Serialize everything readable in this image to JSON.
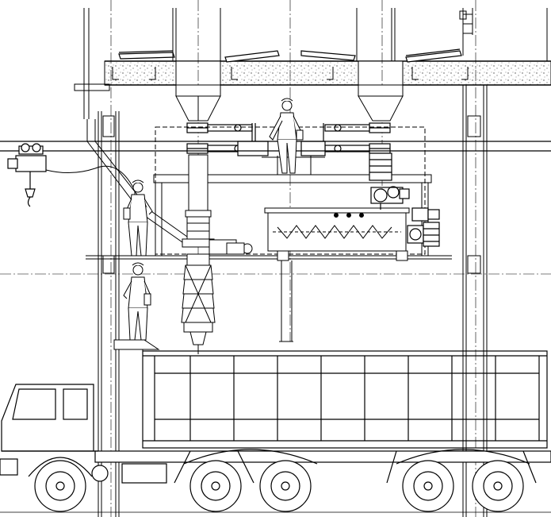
{
  "drawing": {
    "line_color": "#000000",
    "background_color": "#ffffff",
    "components": [
      "concrete-floor-slab",
      "support-column",
      "discharge-hopper",
      "slide-gate-valve",
      "electric-hoist",
      "access-platform",
      "vertical-feeder",
      "telescopic-loading-chute",
      "screw-conveyor",
      "gear-motor",
      "worker",
      "operator-platform",
      "dump-truck"
    ]
  }
}
